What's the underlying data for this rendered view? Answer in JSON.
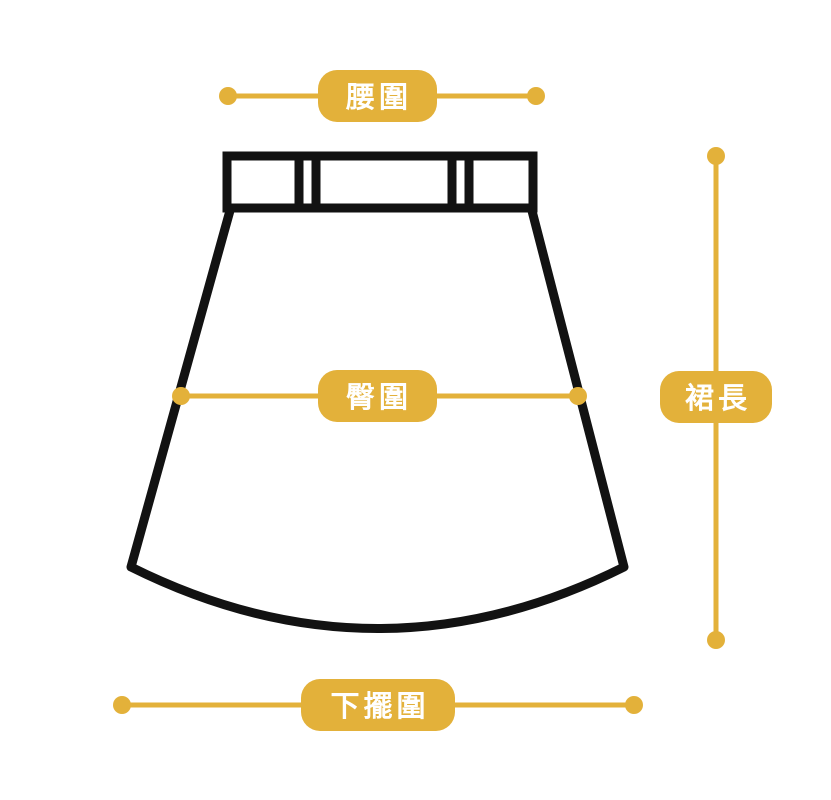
{
  "diagram": {
    "labels": {
      "waist": "腰圍",
      "hip": "臀圍",
      "hem": "下擺圍",
      "length": "裙長"
    },
    "colors": {
      "accent": "#E3B13A",
      "outline": "#121212",
      "label_text": "#FFFFFF",
      "background": "#FFFFFF"
    }
  }
}
